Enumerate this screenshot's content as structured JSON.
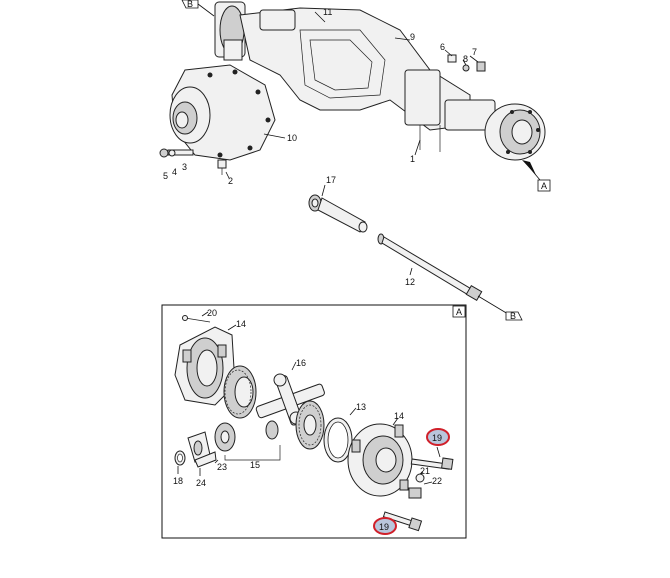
{
  "diagram": {
    "labels": {
      "p1": "1",
      "p2": "2",
      "p3": "3",
      "p4": "4",
      "p5": "5",
      "p6": "6",
      "p7": "7",
      "p8": "8",
      "p9": "9",
      "p10": "10",
      "p11": "11",
      "p12": "12",
      "p13": "13",
      "p14a": "14",
      "p14b": "14",
      "p15": "15",
      "p16": "16",
      "p17": "17",
      "p18": "18",
      "p19a": "19",
      "p19b": "19",
      "p20": "20",
      "p21": "21",
      "p22": "22",
      "p23": "23",
      "p24": "24"
    },
    "refs": {
      "a_callout": "A",
      "b_top": "B",
      "b_right": "B",
      "detail_box": "A"
    },
    "highlight_color": "#d0202a",
    "highlight_fill": "#b9c6dc"
  }
}
